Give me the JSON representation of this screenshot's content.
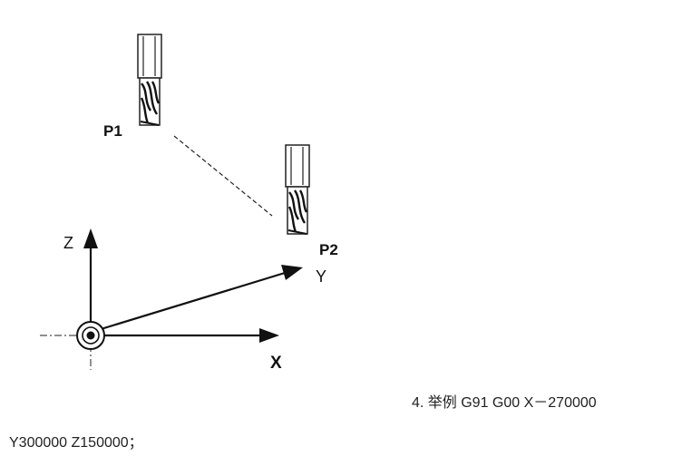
{
  "diagram": {
    "points": {
      "p1": "P1",
      "p2": "P2"
    },
    "axes": {
      "z": "Z",
      "y": "Y",
      "x": "X"
    }
  },
  "text": {
    "line1": "4. 举例 G91 G00 X－270000",
    "line2": "Y300000 Z150000；"
  }
}
